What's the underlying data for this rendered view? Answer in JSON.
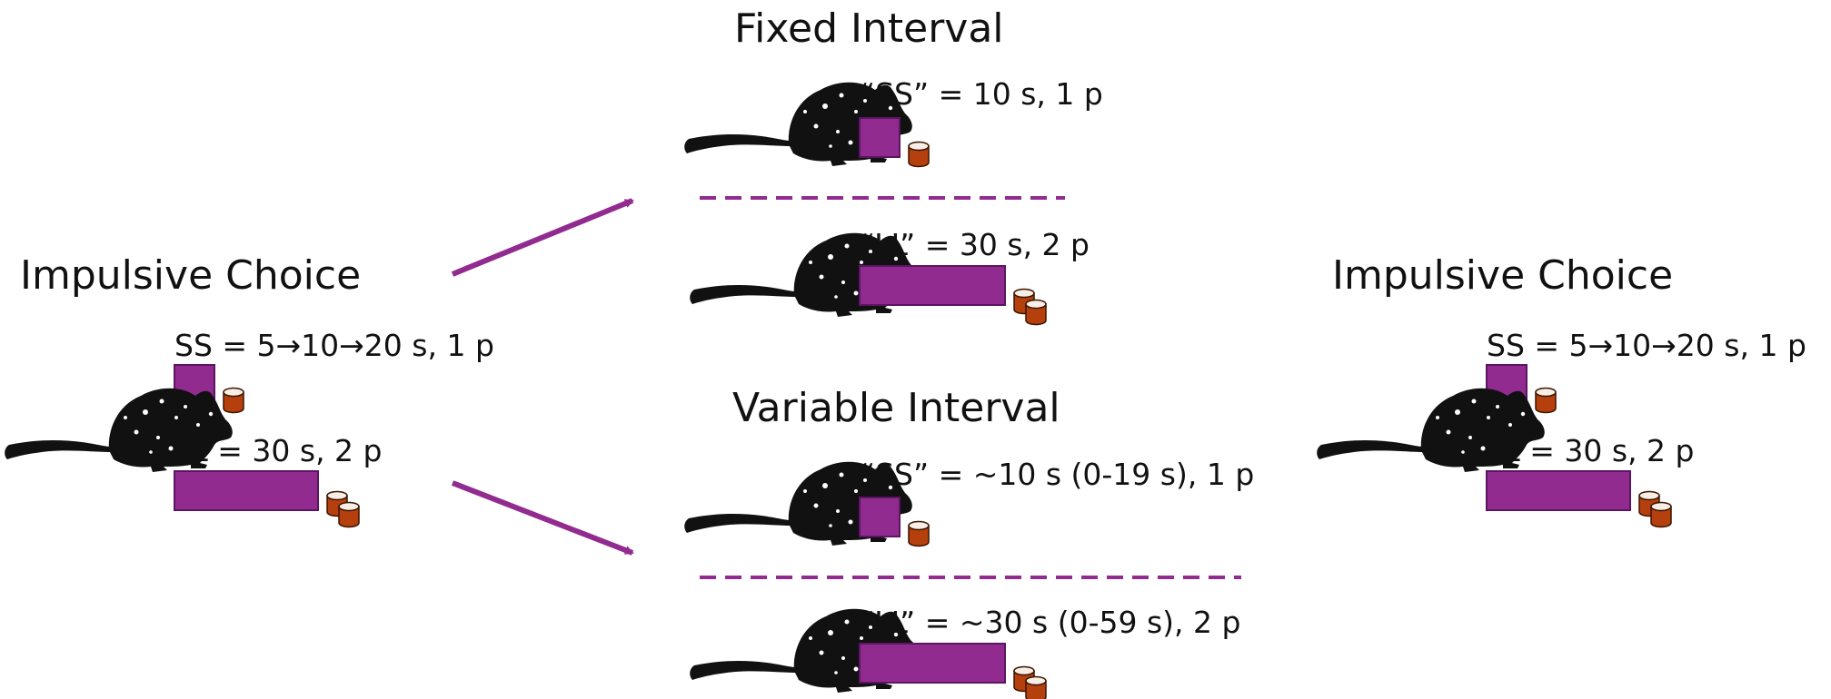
{
  "colors": {
    "accent": "#922b8f",
    "pellet": "#b5400d",
    "rat": "#111111"
  },
  "left_panel": {
    "title": "Impulsive Choice",
    "ss_label": "SS = 5→10→20 s, 1 p",
    "ll_label": "LL = 30 s, 2 p"
  },
  "fixed_interval": {
    "title": "Fixed Interval",
    "ss_label": "“SS” = 10 s, 1 p",
    "ll_label": "“LL” = 30 s, 2 p"
  },
  "variable_interval": {
    "title": "Variable Interval",
    "ss_label": "“SS” = ~10 s (0-19 s), 1 p",
    "ll_label": "“LL” = ~30 s (0-59 s), 2 p"
  },
  "right_panel": {
    "title": "Impulsive Choice",
    "ss_label": "SS = 5→10→20 s, 1 p",
    "ll_label": "LL = 30 s, 2 p"
  },
  "icons": [
    "rat-icon",
    "food-pellet-icon",
    "delay-bar"
  ]
}
